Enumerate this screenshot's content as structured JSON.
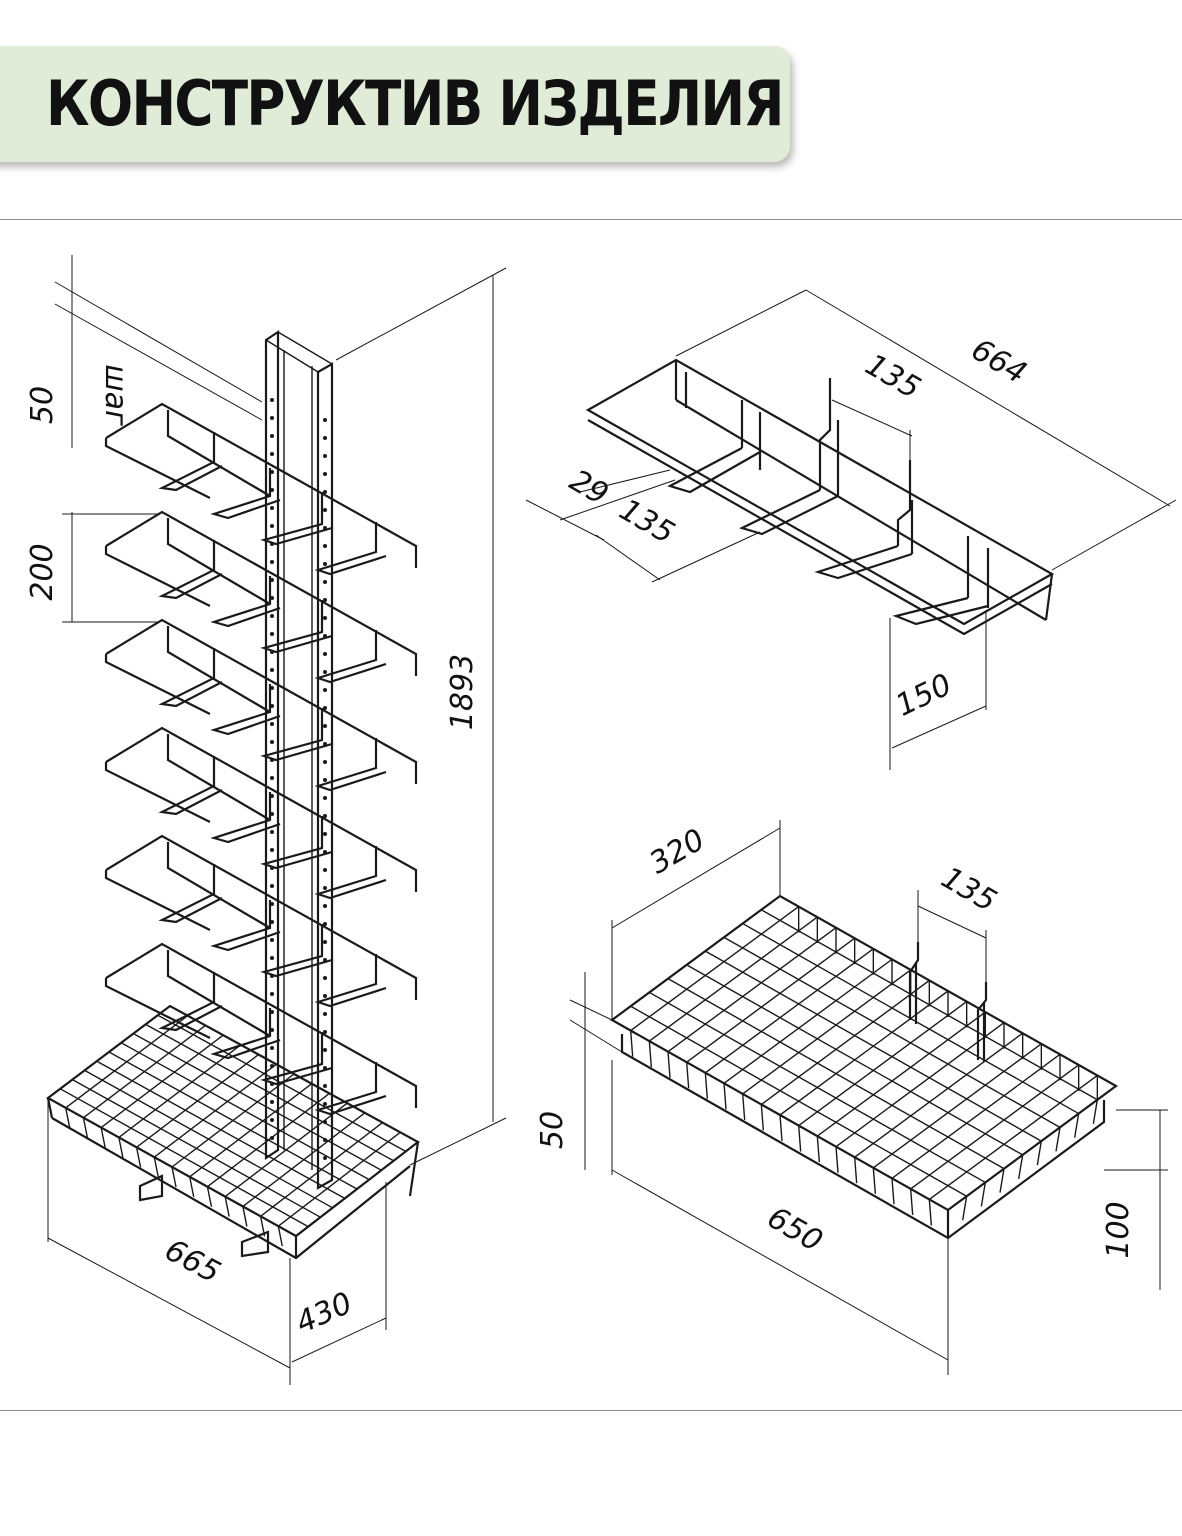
{
  "header": {
    "title": "КОНСТРУКТИВ ИЗДЕЛИЯ"
  },
  "stand": {
    "dims": {
      "top_offset": "50",
      "step_label": "шаг",
      "step": "200",
      "height": "1893",
      "width": "665",
      "depth": "430"
    }
  },
  "shelf": {
    "dims": {
      "length": "664",
      "hook_spacing": "135",
      "edge_offset": "29",
      "hook_spacing_2": "135",
      "depth": "150"
    }
  },
  "basket": {
    "dims": {
      "depth": "320",
      "hook_spacing": "135",
      "front_height": "50",
      "length": "650",
      "back_height": "100"
    }
  }
}
